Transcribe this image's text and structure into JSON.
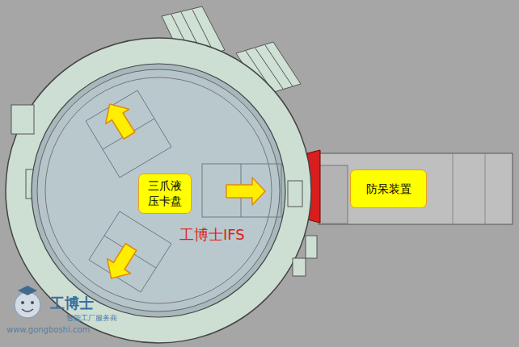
{
  "diagram": {
    "nodes": [
      {
        "text": [
          "三爪液压卡盘"
        ]
      },
      {
        "text": [
          "防呆装置"
        ]
      }
    ],
    "labels": [
      "工博士IFS",
      "工博士",
      "智能工厂服务商",
      "www.gongboshi.com"
    ]
  }
}
